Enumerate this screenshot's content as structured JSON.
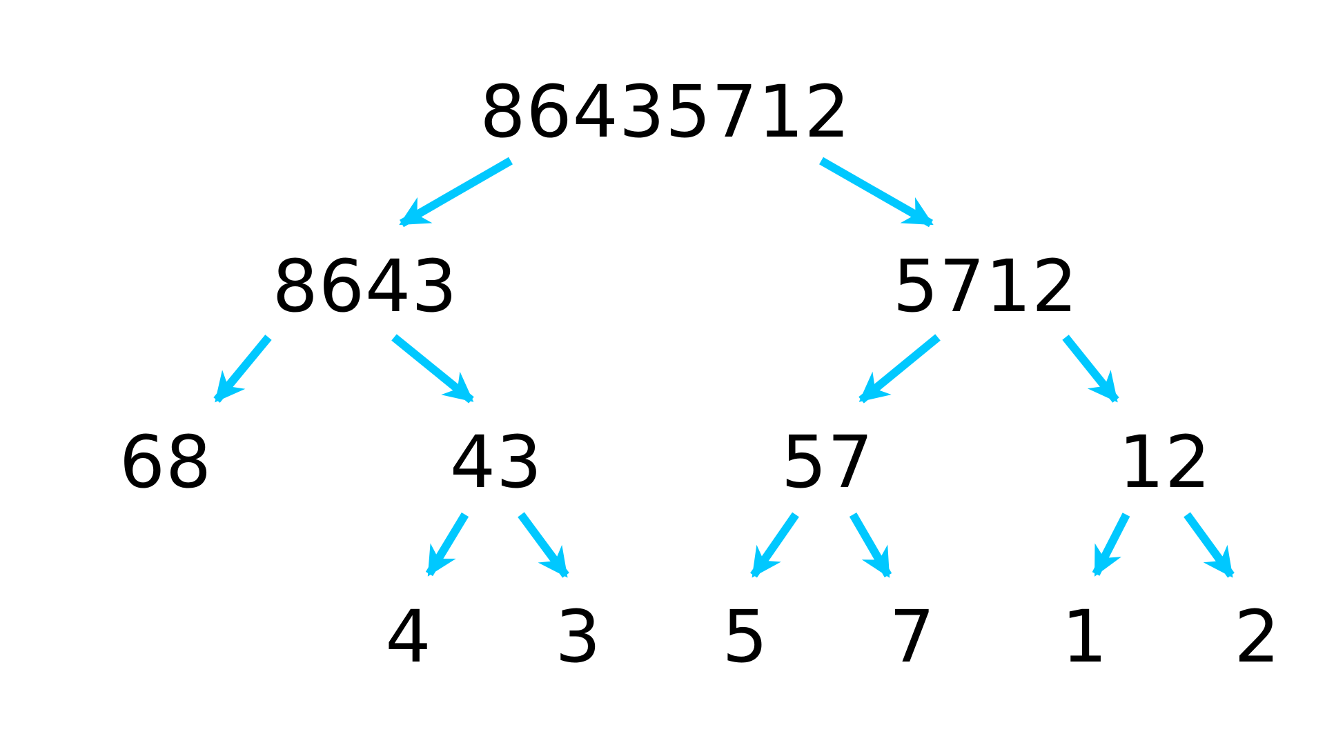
{
  "colors": {
    "arrow": "#00c8ff",
    "text": "#000000",
    "background": "#ffffff"
  },
  "nodes": {
    "n86435712": "86435712",
    "n8643": "8643",
    "n5712": "5712",
    "n68": "68",
    "n43": "43",
    "n57": "57",
    "n12": "12",
    "n4": "4",
    "n3": "3",
    "n5": "5",
    "n7": "7",
    "n1": "1",
    "n2": "2"
  }
}
